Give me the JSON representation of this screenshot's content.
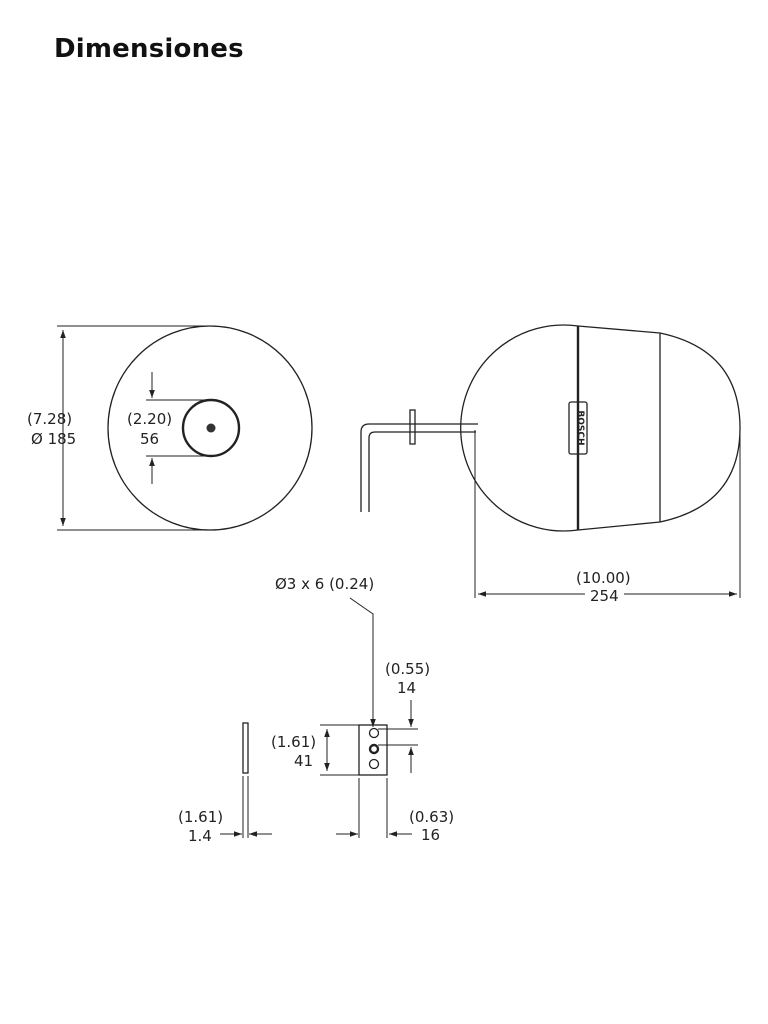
{
  "page": {
    "title": "Dimensiones"
  },
  "front_view": {
    "diameter_in": "(7.28)",
    "diameter_mm": "Ø 185",
    "hub_in": "(2.20)",
    "hub_mm": "56"
  },
  "side_view": {
    "brand": "BOSCH",
    "length_in": "(10.00)",
    "length_mm": "254"
  },
  "bracket": {
    "hole_spec": "Ø3 x 6 (0.24)",
    "hole_spacing_in": "(0.55)",
    "hole_spacing_mm": "14",
    "height_in": "(1.61)",
    "height_mm": "41",
    "thickness_in": "(1.61)",
    "thickness_mm": "1.4",
    "width_in": "(0.63)",
    "width_mm": "16"
  },
  "colors": {
    "line": "#222222",
    "background": "#ffffff"
  }
}
